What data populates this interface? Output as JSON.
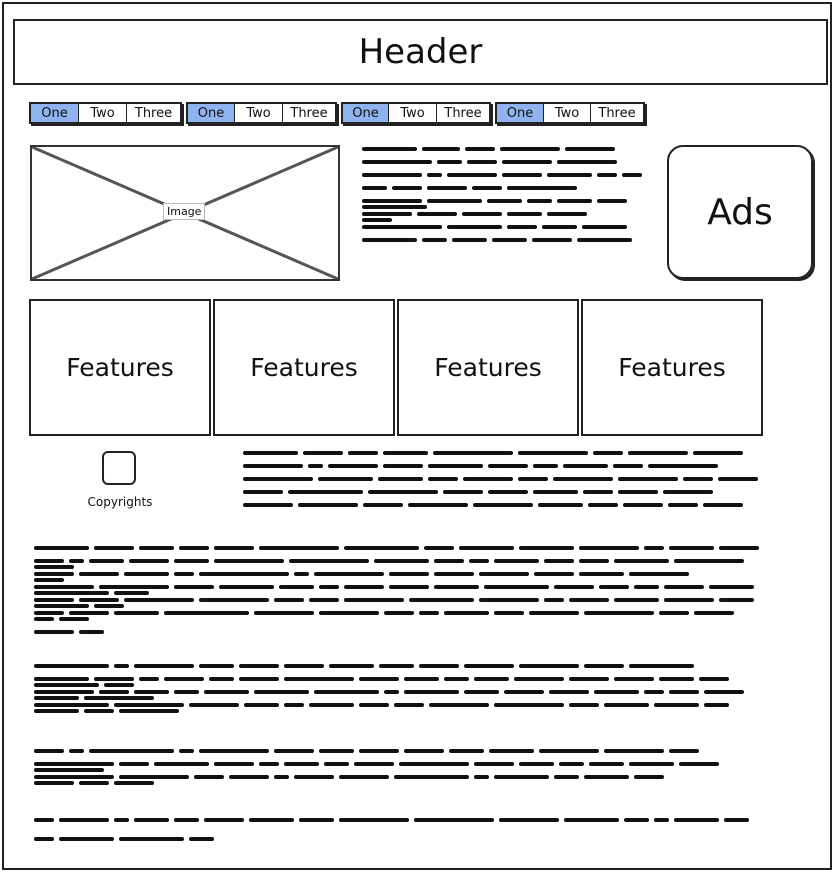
{
  "header": {
    "title": "Header"
  },
  "tab_groups": [
    {
      "tabs": [
        "One",
        "Two",
        "Three"
      ],
      "selected": "One"
    },
    {
      "tabs": [
        "One",
        "Two",
        "Three"
      ],
      "selected": "One"
    },
    {
      "tabs": [
        "One",
        "Two",
        "Three"
      ],
      "selected": "One"
    },
    {
      "tabs": [
        "One",
        "Two",
        "Three"
      ],
      "selected": "One"
    }
  ],
  "image_placeholder": {
    "label": "Image"
  },
  "ads": {
    "label": "Ads"
  },
  "features": [
    {
      "label": "Features"
    },
    {
      "label": "Features"
    },
    {
      "label": "Features"
    },
    {
      "label": "Features"
    }
  ],
  "footer": {
    "copyright_label": "Copyrights"
  },
  "colors": {
    "selected_tab": "#8fb3ef",
    "border": "#222222",
    "background": "#ffffff"
  }
}
